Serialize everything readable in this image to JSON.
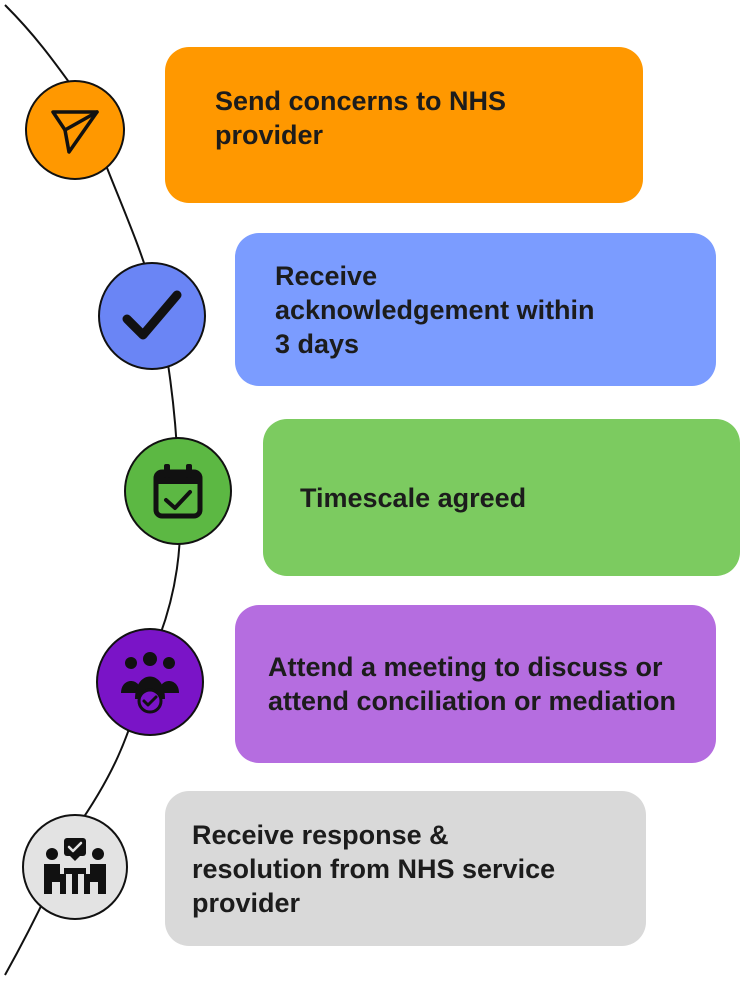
{
  "steps": [
    {
      "label": "Send concerns to NHS provider",
      "icon": "send-icon",
      "color": "#ff9800",
      "icon_circle_color": "#ff9800"
    },
    {
      "label": "Receive acknowledgement within 3 days",
      "icon": "checkmark-icon",
      "color": "#7b9cff",
      "icon_circle_color": "#6a85f5"
    },
    {
      "label": "Timescale agreed",
      "icon": "calendar-check-icon",
      "color": "#7ccb60",
      "icon_circle_color": "#5cb843"
    },
    {
      "label": "Attend a meeting to discuss or attend conciliation or mediation",
      "icon": "group-meeting-icon",
      "color": "#b56de0",
      "icon_circle_color": "#7a14c7"
    },
    {
      "label": "Receive response & resolution from NHS service provider",
      "icon": "team-resolution-icon",
      "color": "#d9d9d9",
      "icon_circle_color": "#e3e3e3"
    }
  ]
}
